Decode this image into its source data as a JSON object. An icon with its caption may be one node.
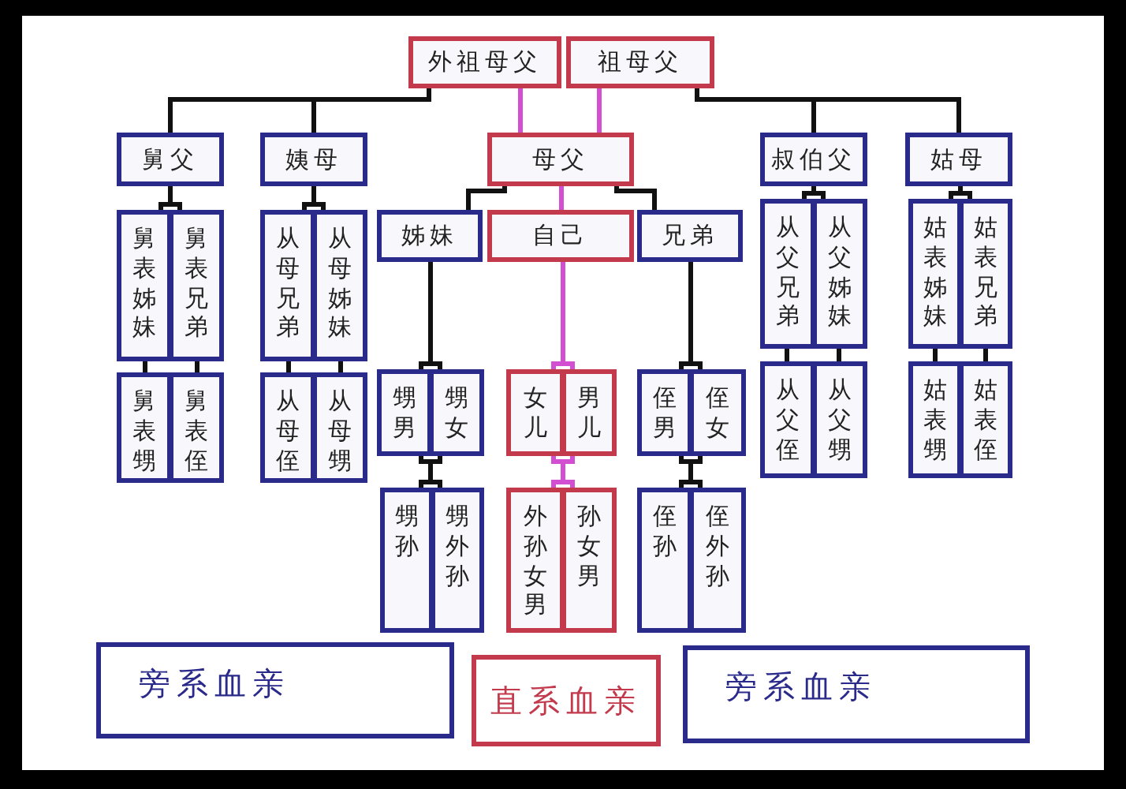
{
  "diagram": {
    "nodes": [
      {
        "text": [
          "外祖母父"
        ]
      },
      {
        "text": [
          "祖母父"
        ]
      },
      {
        "text": [
          "舅父"
        ]
      },
      {
        "text": [
          "姨母"
        ]
      },
      {
        "text": [
          "母父"
        ]
      },
      {
        "text": [
          "叔伯父"
        ]
      },
      {
        "text": [
          "姑母"
        ]
      },
      {
        "text": [
          "姊妹"
        ]
      },
      {
        "text": [
          "自己"
        ]
      },
      {
        "text": [
          "兄弟"
        ]
      },
      {
        "text": [
          "舅表姊妹"
        ]
      },
      {
        "text": [
          "舅表兄弟"
        ]
      },
      {
        "text": [
          "从母兄弟"
        ]
      },
      {
        "text": [
          "从母姊妹"
        ]
      },
      {
        "text": [
          "从父兄弟"
        ]
      },
      {
        "text": [
          "从父姊妹"
        ]
      },
      {
        "text": [
          "姑表姊妹"
        ]
      },
      {
        "text": [
          "姑表兄弟"
        ]
      },
      {
        "text": [
          "舅表甥"
        ]
      },
      {
        "text": [
          "舅表侄"
        ]
      },
      {
        "text": [
          "从母侄"
        ]
      },
      {
        "text": [
          "从母甥"
        ]
      },
      {
        "text": [
          "甥男"
        ]
      },
      {
        "text": [
          "甥女"
        ]
      },
      {
        "text": [
          "女儿"
        ]
      },
      {
        "text": [
          "男儿"
        ]
      },
      {
        "text": [
          "侄男"
        ]
      },
      {
        "text": [
          "侄女"
        ]
      },
      {
        "text": [
          "从父侄"
        ]
      },
      {
        "text": [
          "从父甥"
        ]
      },
      {
        "text": [
          "姑表甥"
        ]
      },
      {
        "text": [
          "姑表侄"
        ]
      },
      {
        "text": [
          "甥孙"
        ]
      },
      {
        "text": [
          "甥外孙"
        ]
      },
      {
        "text": [
          "外孙女男"
        ]
      },
      {
        "text": [
          "孙女男"
        ]
      },
      {
        "text": [
          "侄孙"
        ]
      },
      {
        "text": [
          "侄外孙"
        ]
      },
      {
        "text": [
          "旁系血亲"
        ]
      },
      {
        "text": [
          "直系血亲"
        ]
      },
      {
        "text": [
          "旁系血亲"
        ]
      }
    ],
    "edges": [
      {
        "from": 0,
        "to": 2,
        "arrow": "none"
      },
      {
        "from": 0,
        "to": 3,
        "arrow": "none"
      },
      {
        "from": 0,
        "to": 4,
        "arrow": "none",
        "color": "#d24fd2"
      },
      {
        "from": 1,
        "to": 4,
        "arrow": "none",
        "color": "#d24fd2"
      },
      {
        "from": 1,
        "to": 5,
        "arrow": "none"
      },
      {
        "from": 1,
        "to": 6,
        "arrow": "none"
      },
      {
        "from": 4,
        "to": 7,
        "arrow": "none"
      },
      {
        "from": 4,
        "to": 8,
        "arrow": "none",
        "color": "#d24fd2"
      },
      {
        "from": 4,
        "to": 9,
        "arrow": "none"
      },
      {
        "from": 2,
        "to": 10,
        "arrow": "none"
      },
      {
        "from": 2,
        "to": 11,
        "arrow": "none"
      },
      {
        "from": 3,
        "to": 12,
        "arrow": "none"
      },
      {
        "from": 3,
        "to": 13,
        "arrow": "none"
      },
      {
        "from": 5,
        "to": 14,
        "arrow": "none"
      },
      {
        "from": 5,
        "to": 15,
        "arrow": "none"
      },
      {
        "from": 6,
        "to": 16,
        "arrow": "none"
      },
      {
        "from": 6,
        "to": 17,
        "arrow": "none"
      },
      {
        "from": 10,
        "to": 18,
        "arrow": "none"
      },
      {
        "from": 11,
        "to": 19,
        "arrow": "none"
      },
      {
        "from": 12,
        "to": 20,
        "arrow": "none"
      },
      {
        "from": 13,
        "to": 21,
        "arrow": "none"
      },
      {
        "from": 14,
        "to": 28,
        "arrow": "none"
      },
      {
        "from": 15,
        "to": 29,
        "arrow": "none"
      },
      {
        "from": 16,
        "to": 30,
        "arrow": "none"
      },
      {
        "from": 17,
        "to": 31,
        "arrow": "none"
      },
      {
        "from": 7,
        "to": 22,
        "arrow": "none"
      },
      {
        "from": 7,
        "to": 23,
        "arrow": "none"
      },
      {
        "from": 8,
        "to": 24,
        "arrow": "none",
        "color": "#d24fd2"
      },
      {
        "from": 8,
        "to": 25,
        "arrow": "none",
        "color": "#d24fd2"
      },
      {
        "from": 9,
        "to": 26,
        "arrow": "none"
      },
      {
        "from": 9,
        "to": 27,
        "arrow": "none"
      },
      {
        "from": 22,
        "to": 32,
        "arrow": "none"
      },
      {
        "from": 23,
        "to": 33,
        "arrow": "none"
      },
      {
        "from": 24,
        "to": 34,
        "arrow": "none",
        "color": "#d24fd2"
      },
      {
        "from": 25,
        "to": 35,
        "arrow": "none",
        "color": "#d24fd2"
      },
      {
        "from": 26,
        "to": 36,
        "arrow": "none"
      },
      {
        "from": 27,
        "to": 37,
        "arrow": "none"
      }
    ]
  }
}
